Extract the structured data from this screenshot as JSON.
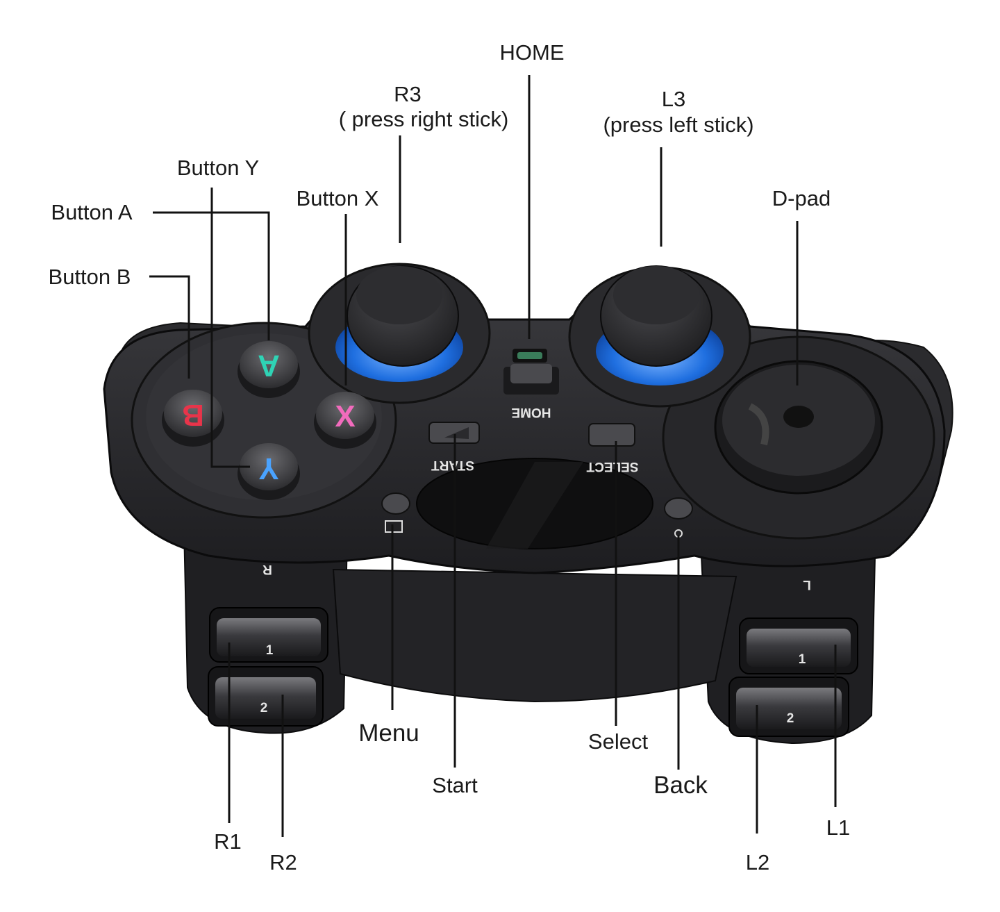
{
  "labels": {
    "home": "HOME",
    "r3_title": "R3",
    "r3_sub": "( press right stick)",
    "l3_title": "L3",
    "l3_sub": "(press left stick)",
    "button_y": "Button Y",
    "button_a": "Button A",
    "button_b": "Button B",
    "button_x": "Button X",
    "dpad": "D-pad",
    "menu": "Menu",
    "start": "Start",
    "select": "Select",
    "back": "Back",
    "r1": "R1",
    "r2": "R2",
    "l1": "L1",
    "l2": "L2"
  },
  "controller_text": {
    "face_a": "A",
    "face_b": "B",
    "face_x": "X",
    "face_y": "Y",
    "home_print": "HOME",
    "start_print": "START",
    "select_print": "SELECT",
    "shoulder_r": "R",
    "shoulder_l": "L",
    "trigger_1": "1",
    "trigger_2": "2"
  },
  "colors": {
    "body": "#2a2a2d",
    "stick_ring": "#1f6fe0",
    "face_a": "#2fd3b5",
    "face_b": "#e8344a",
    "face_x": "#f26bbd",
    "face_y": "#4aa3ff"
  }
}
